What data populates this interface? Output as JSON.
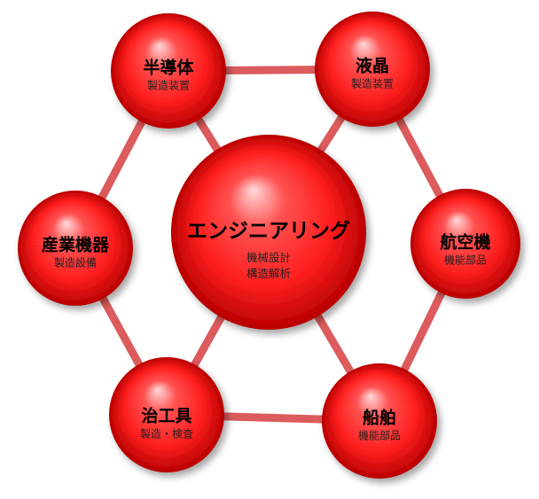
{
  "center": {
    "title": "エンジニアリング",
    "lines": [
      "機械設計",
      "構造解析"
    ]
  },
  "nodes": [
    {
      "id": "semiconductor",
      "title": "半導体",
      "subtitle": "製造装置"
    },
    {
      "id": "lcd",
      "title": "液晶",
      "subtitle": "製造装置"
    },
    {
      "id": "aircraft",
      "title": "航空機",
      "subtitle": "機能部品"
    },
    {
      "id": "ship",
      "title": "船舶",
      "subtitle": "機能部品"
    },
    {
      "id": "jig",
      "title": "治工具",
      "subtitle": "製造・検査"
    },
    {
      "id": "industrial",
      "title": "産業機器",
      "subtitle": "製造設備"
    }
  ],
  "colors": {
    "ring": "#dc5b5d",
    "sphere_highlight": "#ffdada",
    "sphere_mid": "#ff1f1f",
    "sphere_edge": "#b80000"
  }
}
